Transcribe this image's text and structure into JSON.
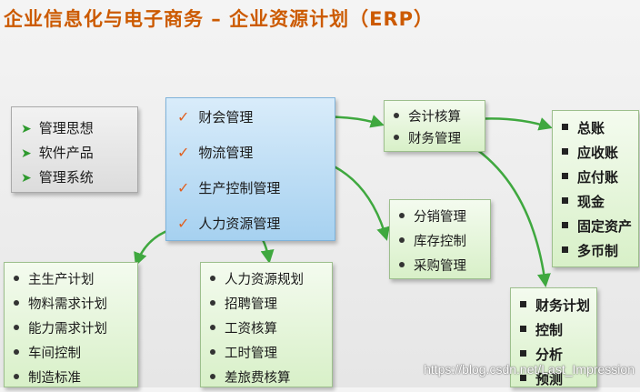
{
  "title": "企业信息化与电子商务 – 企业资源计划（ERP）",
  "left_box": {
    "items": [
      "管理思想",
      "软件产品",
      "管理系统"
    ]
  },
  "center_box": {
    "items": [
      "财会管理",
      "物流管理",
      "生产控制管理",
      "人力资源管理"
    ]
  },
  "accounting_box": {
    "items": [
      "会计核算",
      "财务管理"
    ]
  },
  "ledger_box": {
    "items": [
      "总账",
      "应收账",
      "应付账",
      "现金",
      "固定资产",
      "多币制"
    ]
  },
  "logistics_box": {
    "items": [
      "分销管理",
      "库存控制",
      "采购管理"
    ]
  },
  "finance_box": {
    "items": [
      "财务计划",
      "控制",
      "分析",
      "预测"
    ]
  },
  "production_box": {
    "items": [
      "主生产计划",
      "物料需求计划",
      "能力需求计划",
      "车间控制",
      "制造标准"
    ]
  },
  "hr_box": {
    "items": [
      "人力资源规划",
      "招聘管理",
      "工资核算",
      "工时管理",
      "差旅费核算"
    ]
  },
  "watermark": "https://blog.csdn.net/Last_Impression",
  "colors": {
    "title": "#cc5a00",
    "arrow": "#3fa83f",
    "box_green": "#d8f0c8",
    "box_blue": "#a6d1f0"
  }
}
